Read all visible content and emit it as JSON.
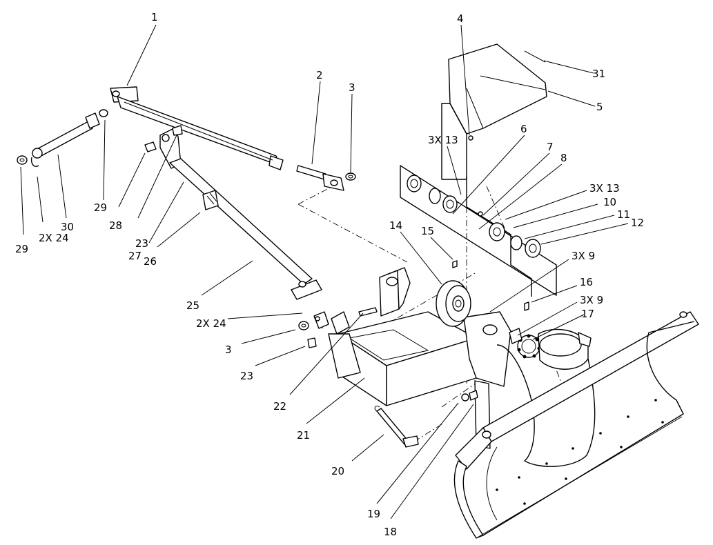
{
  "callouts": [
    {
      "id": "c1",
      "text": "1"
    },
    {
      "id": "c2",
      "text": "2"
    },
    {
      "id": "c3a",
      "text": "3"
    },
    {
      "id": "c4",
      "text": "4"
    },
    {
      "id": "c31",
      "text": "31"
    },
    {
      "id": "c5",
      "text": "5"
    },
    {
      "id": "c3x13a",
      "text": "3X 13"
    },
    {
      "id": "c6",
      "text": "6"
    },
    {
      "id": "c7",
      "text": "7"
    },
    {
      "id": "c8",
      "text": "8"
    },
    {
      "id": "c3x13b",
      "text": "3X 13"
    },
    {
      "id": "c10",
      "text": "10"
    },
    {
      "id": "c11",
      "text": "11"
    },
    {
      "id": "c12",
      "text": "12"
    },
    {
      "id": "c14",
      "text": "14"
    },
    {
      "id": "c15",
      "text": "15"
    },
    {
      "id": "c3x9a",
      "text": "3X 9"
    },
    {
      "id": "c16",
      "text": "16"
    },
    {
      "id": "c3x9b",
      "text": "3X 9"
    },
    {
      "id": "c17",
      "text": "17"
    },
    {
      "id": "c29a",
      "text": "29"
    },
    {
      "id": "c30",
      "text": "30"
    },
    {
      "id": "c2x24a",
      "text": "2X 24"
    },
    {
      "id": "c29b",
      "text": "29"
    },
    {
      "id": "c28",
      "text": "28"
    },
    {
      "id": "c23a",
      "text": "23"
    },
    {
      "id": "c27",
      "text": "27"
    },
    {
      "id": "c26",
      "text": "26"
    },
    {
      "id": "c25",
      "text": "25"
    },
    {
      "id": "c2x24b",
      "text": "2X 24"
    },
    {
      "id": "c3b",
      "text": "3"
    },
    {
      "id": "c23b",
      "text": "23"
    },
    {
      "id": "c22",
      "text": "22"
    },
    {
      "id": "c21",
      "text": "21"
    },
    {
      "id": "c20",
      "text": "20"
    },
    {
      "id": "c19",
      "text": "19"
    },
    {
      "id": "c18",
      "text": "18"
    }
  ]
}
